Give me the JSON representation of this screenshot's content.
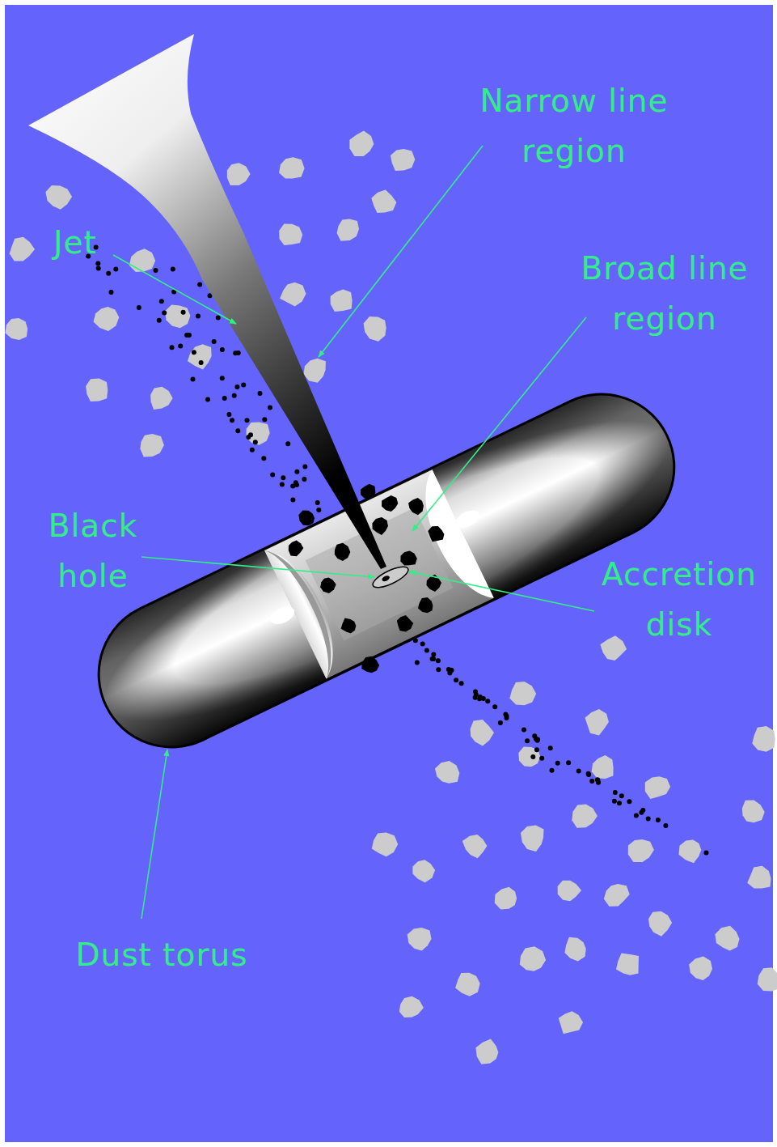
{
  "diagram": {
    "labels": [
      "Narrow line region",
      "Jet",
      "Broad line region",
      "Black hole",
      "Accretion disk",
      "Dust torus"
    ]
  }
}
